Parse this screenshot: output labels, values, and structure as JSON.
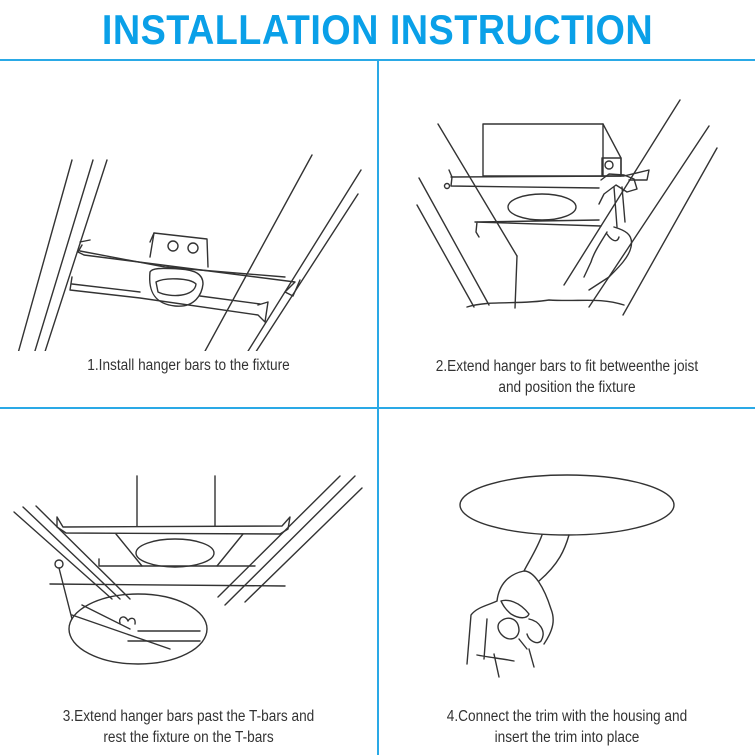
{
  "header": {
    "title": "INSTALLATION INSTRUCTION"
  },
  "colors": {
    "accent": "#0aa0e8",
    "grid_line": "#2aa9e6",
    "text": "#333333"
  },
  "steps": [
    {
      "number": 1,
      "caption": "1.Install hanger bars to the fixture",
      "illustration": "hanger-bars-on-fixture-illustration"
    },
    {
      "number": 2,
      "caption_line1": "2.Extend hanger bars to fit betweenthe joist",
      "caption_line2": "and position the fixture",
      "illustration": "hand-extending-hanger-bars-illustration"
    },
    {
      "number": 3,
      "caption_line1": "3.Extend hanger bars past the T-bars and",
      "caption_line2": "rest the fixture on the T-bars",
      "illustration": "fixture-resting-on-t-bars-illustration"
    },
    {
      "number": 4,
      "caption_line1": "4.Connect the trim with the housing and",
      "caption_line2": "insert the trim into place",
      "illustration": "hand-inserting-trim-illustration"
    }
  ]
}
